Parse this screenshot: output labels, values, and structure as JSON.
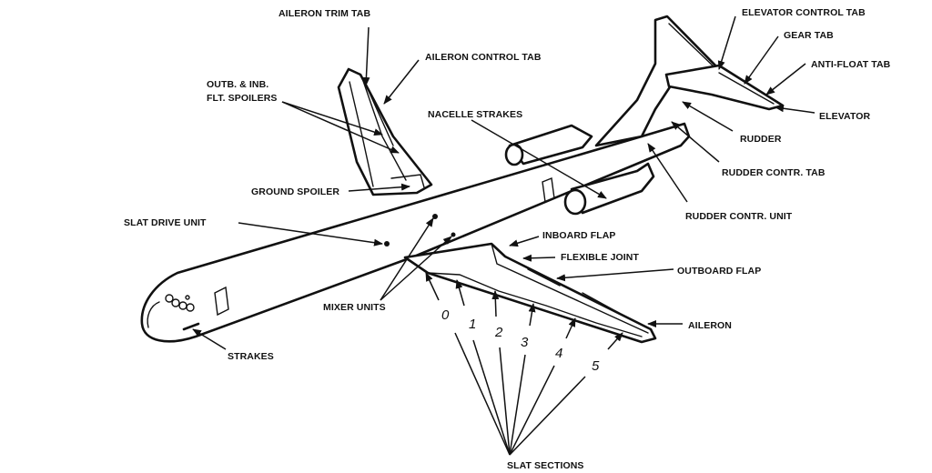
{
  "diagram": {
    "subject": "Aircraft flight control surfaces and components",
    "colors": {
      "ink": "#111111",
      "background": "#ffffff"
    },
    "labels": {
      "aileron_trim_tab": "AILERON TRIM TAB",
      "aileron_control_tab": "AILERON CONTROL TAB",
      "flt_spoilers_line1": "OUTB. & INB.",
      "flt_spoilers_line2": "FLT. SPOILERS",
      "nacelle_strakes": "NACELLE STRAKES",
      "elevator_control_tab": "ELEVATOR CONTROL TAB",
      "gear_tab": "GEAR TAB",
      "anti_float_tab": "ANTI-FLOAT TAB",
      "elevator": "ELEVATOR",
      "rudder": "RUDDER",
      "rudder_contr_tab": "RUDDER CONTR. TAB",
      "rudder_contr_unit": "RUDDER CONTR. UNIT",
      "ground_spoiler": "GROUND SPOILER",
      "slat_drive_unit": "SLAT DRIVE UNIT",
      "inboard_flap": "INBOARD  FLAP",
      "flexible_joint": "FLEXIBLE JOINT",
      "outboard_flap": "OUTBOARD  FLAP",
      "aileron": "AILERON",
      "mixer_units": "MIXER UNITS",
      "strakes": "STRAKES",
      "slat_sections": "SLAT SECTIONS"
    },
    "slat_section_numbers": [
      "0",
      "1",
      "2",
      "3",
      "4",
      "5"
    ]
  }
}
